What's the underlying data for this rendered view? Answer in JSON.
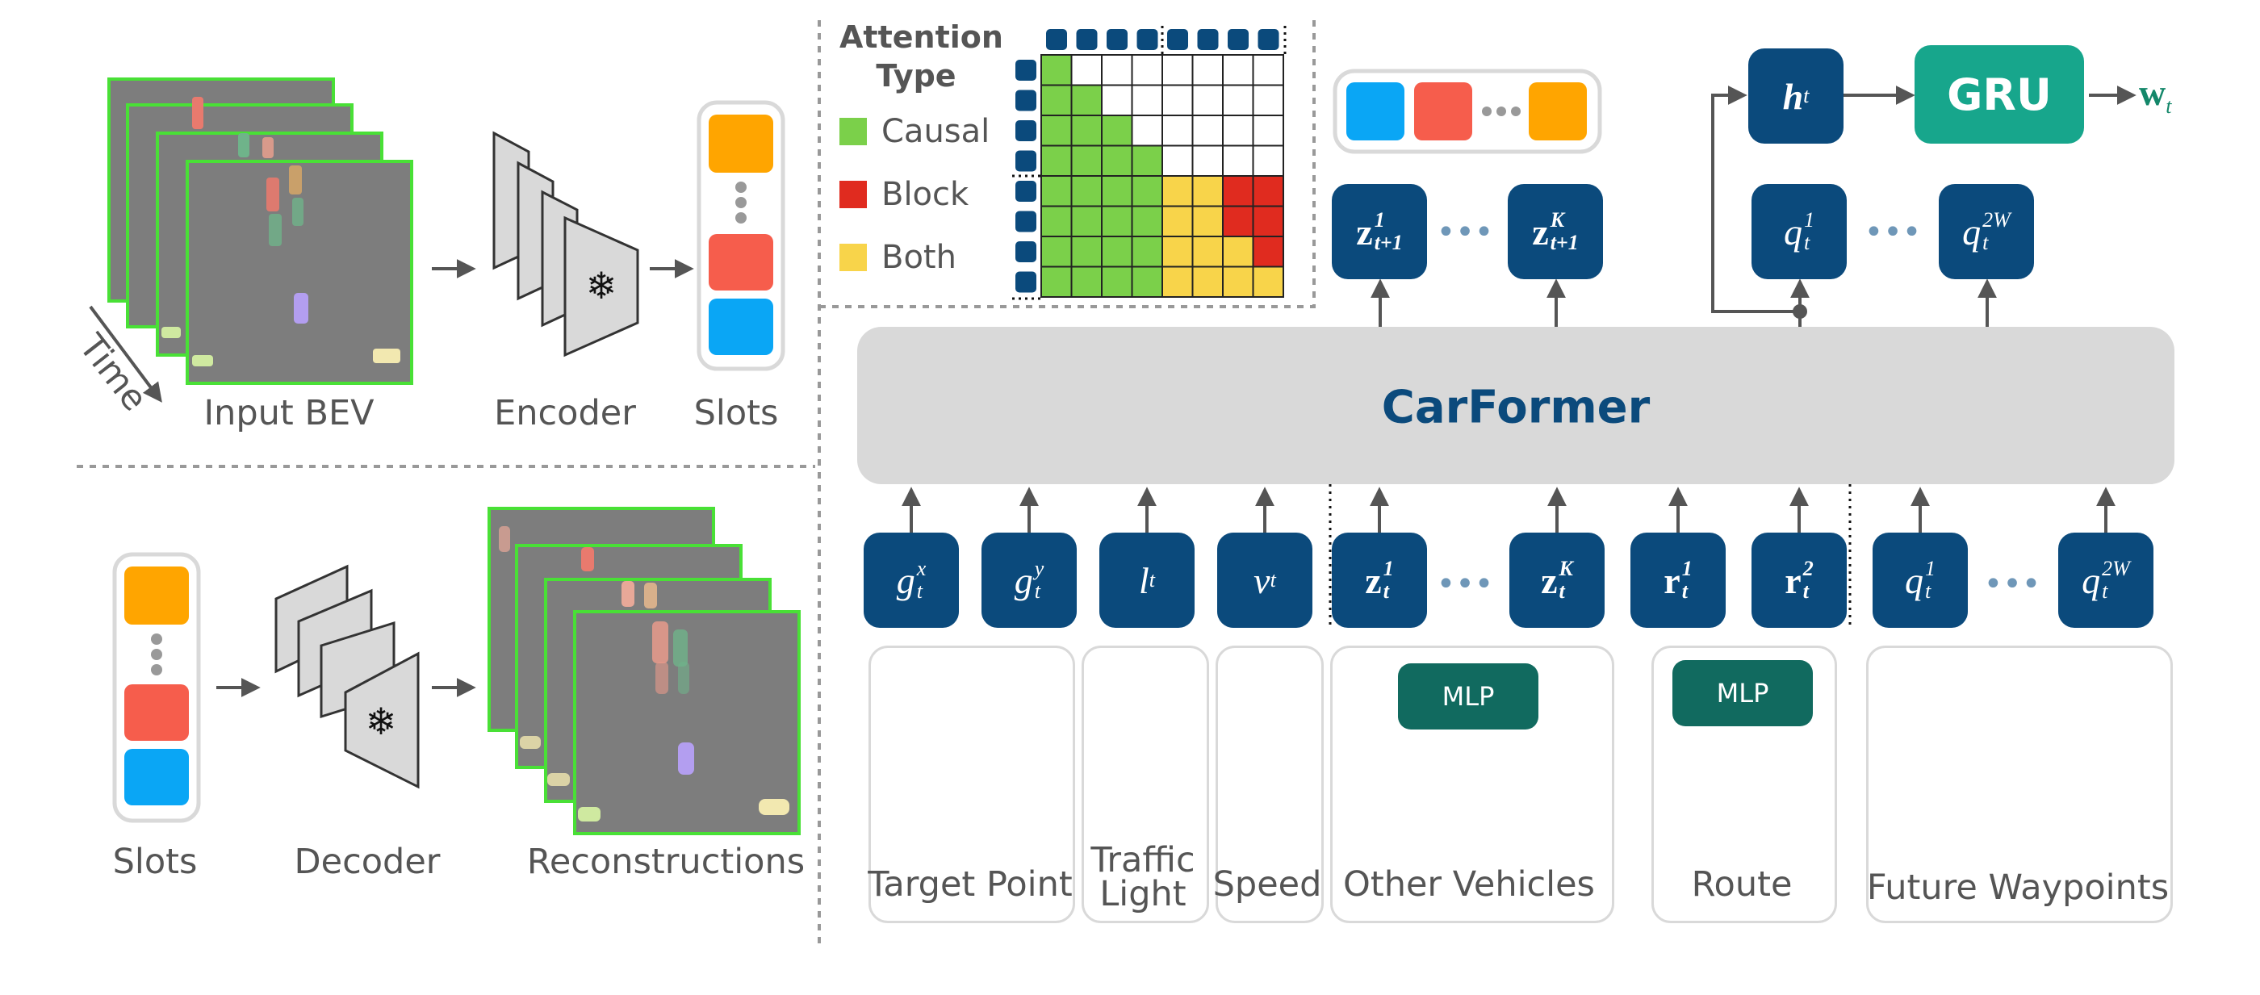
{
  "left_top": {
    "time_label": "Time",
    "input_label": "Input BEV",
    "encoder_label": "Encoder",
    "slots_label": "Slots"
  },
  "left_bottom": {
    "slots_label": "Slots",
    "decoder_label": "Decoder",
    "recon_label": "Reconstructions"
  },
  "legend": {
    "title_line1": "Attention",
    "title_line2": "Type",
    "items": [
      {
        "label": "Causal",
        "color": "#7bd04a"
      },
      {
        "label": "Block",
        "color": "#e02b1f"
      },
      {
        "label": "Both",
        "color": "#f8d44a"
      }
    ]
  },
  "colors": {
    "token": "#0b4a7c",
    "carformer_bg": "#d9d9d9",
    "carformer_text": "#0b4a7c",
    "gru": "#17a68c",
    "mlp": "#116a5f",
    "slot_orange": "#ffa500",
    "slot_red": "#f65d4c",
    "slot_blue": "#0aa6f5",
    "bev_border": "#49e036",
    "bev_fill": "#7d7d7d"
  },
  "model": {
    "name": "CarFormer",
    "gru_label": "GRU"
  },
  "inputs": {
    "target_point": "Target Point",
    "traffic_light_line1": "Traffic",
    "traffic_light_line2": "Light",
    "speed": "Speed",
    "other_vehicles": "Other Vehicles",
    "route": "Route",
    "future_waypoints": "Future Waypoints",
    "mlp_label": "MLP"
  },
  "symbols": {
    "ellipsis": "•••",
    "output_w": "w"
  }
}
